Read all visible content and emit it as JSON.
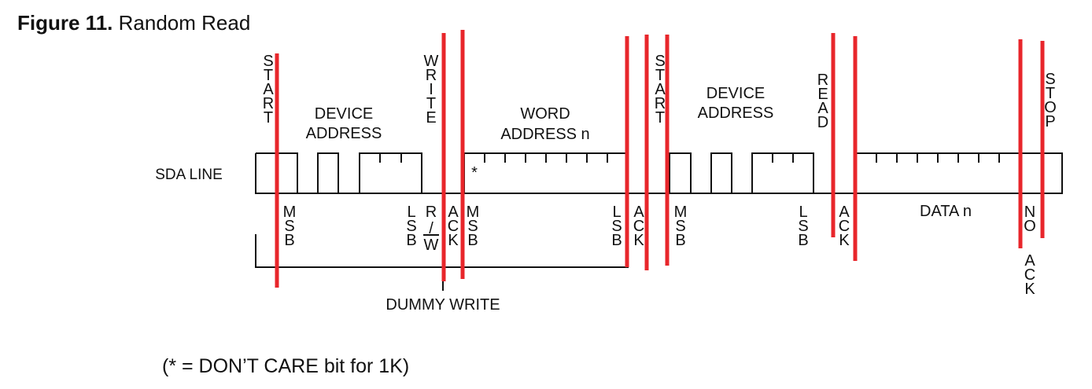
{
  "figure": {
    "number": "Figure 11.",
    "title": "Random Read"
  },
  "signal": {
    "line_label": "SDA LINE",
    "dont_care_mark": "*"
  },
  "top_labels": {
    "start_1": "START",
    "device_address_1": [
      "DEVICE",
      "ADDRESS"
    ],
    "write": "WRITE",
    "word_address": [
      "WORD",
      "ADDRESS n"
    ],
    "start_2": "START",
    "device_address_2": [
      "DEVICE",
      "ADDRESS"
    ],
    "read": "READ",
    "stop": "STOP"
  },
  "bottom_labels": {
    "msb_1": "MSB",
    "lsb_1": "LSB",
    "rw_top": "R",
    "rw_slash": "/",
    "rw_bottom": "W",
    "ack_1": "ACK",
    "msb_2": "MSB",
    "lsb_2": "LSB",
    "ack_2": "ACK",
    "msb_3": "MSB",
    "lsb_3": "LSB",
    "ack_3": "ACK",
    "data": "DATA n",
    "no_ack": "NO",
    "no_ack_2": "ACK"
  },
  "dummy_write_label": "DUMMY WRITE",
  "footnote": "(* = DON’T CARE bit for 1K)",
  "colors": {
    "ink": "#111111",
    "marker": "#e8262b"
  }
}
